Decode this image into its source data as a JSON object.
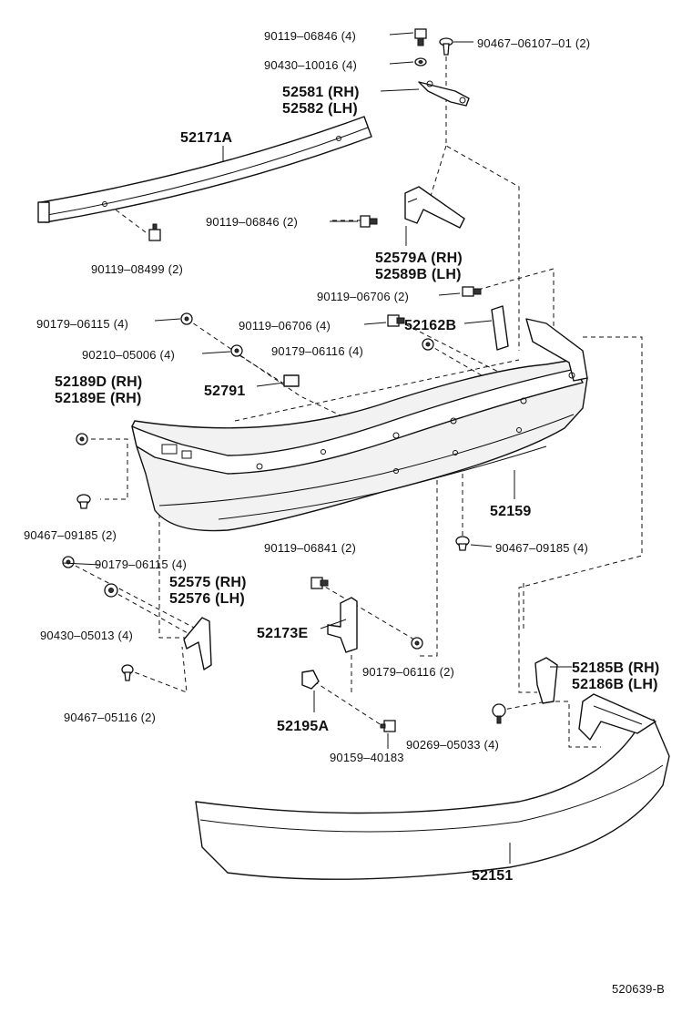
{
  "diagram_code": "520639-B",
  "parts": {
    "p_90119_06846_top": "90119–06846 (4)",
    "p_90467_06107_01": "90467–06107–01 (2)",
    "p_90430_10016": "90430–10016 (4)",
    "p_52581": "52581 (RH)",
    "p_52582": "52582 (LH)",
    "p_52171A": "52171A",
    "p_90119_06846_mid": "90119–06846 (2)",
    "p_52579A": "52579A (RH)",
    "p_52589B": "52589B (LH)",
    "p_90119_08499": "90119–08499 (2)",
    "p_90119_06706_2": "90119–06706 (2)",
    "p_90179_06115_4a": "90179–06115 (4)",
    "p_90119_06706_4": "90119–06706 (4)",
    "p_52162B": "52162B",
    "p_90210_05006": "90210–05006 (4)",
    "p_90179_06116_4": "90179–06116 (4)",
    "p_52189D": "52189D (RH)",
    "p_52189E": "52189E (RH)",
    "p_52791": "52791",
    "p_52159": "52159",
    "p_90467_09185_2": "90467–09185 (2)",
    "p_90467_09185_4": "90467–09185 (4)",
    "p_90179_06115_4b": "90179–06115 (4)",
    "p_90119_06841": "90119–06841 (2)",
    "p_52575": "52575 (RH)",
    "p_52576": "52576 (LH)",
    "p_90430_05013": "90430–05013 (4)",
    "p_52173E": "52173E",
    "p_90179_06116_2": "90179–06116 (2)",
    "p_52185B": "52185B (RH)",
    "p_52186B": "52186B (LH)",
    "p_90467_05116": "90467–05116 (2)",
    "p_52195A": "52195A",
    "p_90269_05033": "90269–05033 (4)",
    "p_90159_40183": "90159–40183",
    "p_52151": "52151"
  }
}
